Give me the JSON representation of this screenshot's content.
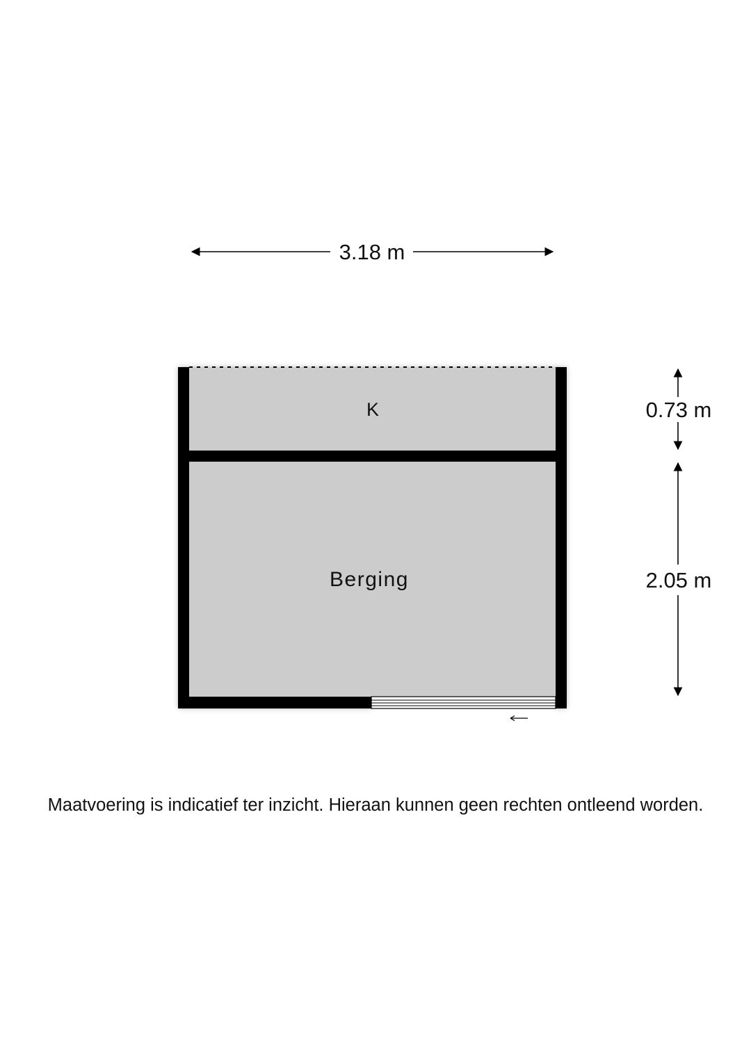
{
  "floorplan": {
    "dimensions": {
      "width": "3.18 m",
      "height_top": "0.73 m",
      "height_bottom": "2.05 m"
    },
    "rooms": [
      {
        "label": "K"
      },
      {
        "label": "Berging"
      }
    ],
    "colors": {
      "room_fill": "#cccccc",
      "wall": "#000000",
      "background": "#ffffff"
    }
  },
  "disclaimer": "Maatvoering is indicatief ter inzicht. Hieraan kunnen geen rechten ontleend worden."
}
